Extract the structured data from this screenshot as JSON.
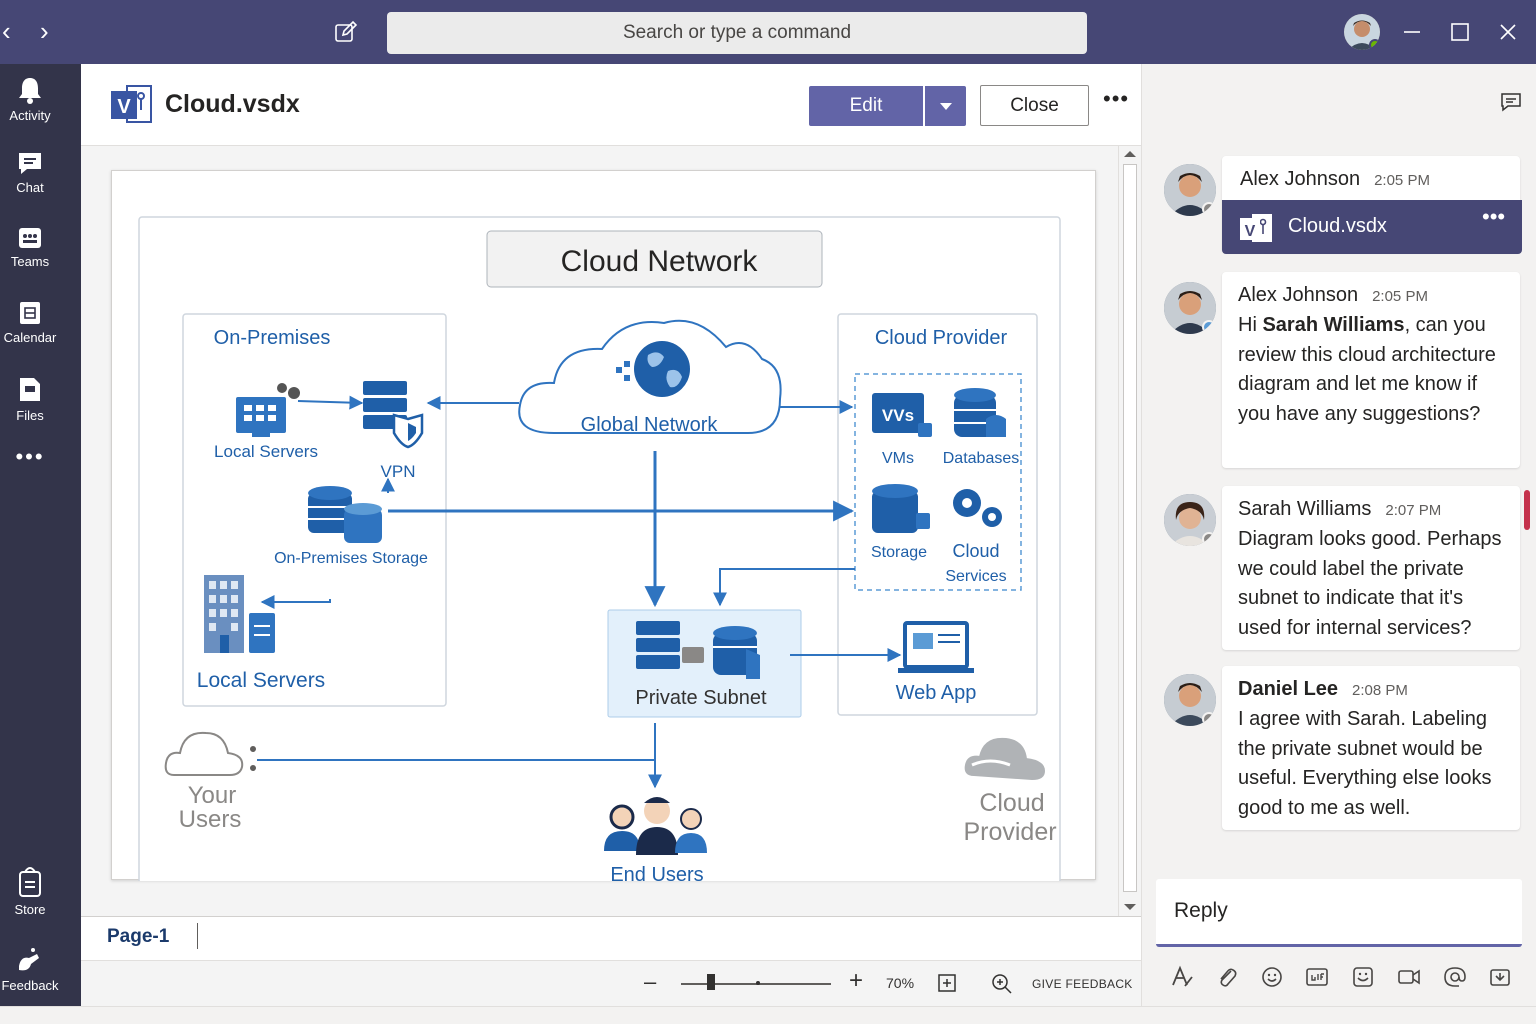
{
  "titlebar": {
    "search_placeholder": "Search or type a command"
  },
  "rail": {
    "items": [
      {
        "label": "Activity"
      },
      {
        "label": "Chat"
      },
      {
        "label": "Teams"
      },
      {
        "label": "Calendar"
      },
      {
        "label": "Files"
      },
      {
        "label": "Store"
      },
      {
        "label": "Feedback"
      }
    ]
  },
  "document": {
    "file_name": "Cloud.vsdx",
    "edit_label": "Edit",
    "close_label": "Close",
    "page_tab": "Page-1",
    "zoom_level": "70%",
    "zoom_fraction": 0.2,
    "feedback_label": "GIVE FEEDBACK"
  },
  "diagram": {
    "title": "Cloud Network",
    "on_premises": {
      "heading": "On-Premises",
      "local_servers_top": "Local Servers",
      "vpn": "VPN",
      "storage": "On-Premises Storage",
      "local_servers_bottom": "Local Servers"
    },
    "global_network": "Global Network",
    "cloud_provider": {
      "heading": "Cloud Provider",
      "vms_glyph": "VVs",
      "vms": "VMs",
      "databases": "Databases",
      "storage": "Storage",
      "cloud_services_1": "Cloud",
      "cloud_services_2": "Services",
      "web_app": "Web App"
    },
    "private_subnet": "Private Subnet",
    "your_users_1": "Your",
    "your_users_2": "Users",
    "cloud_provider_logo_1": "Cloud",
    "cloud_provider_logo_2": "Provider",
    "end_users": "End Users"
  },
  "chat": {
    "messages": [
      {
        "name": "Alex Johnson",
        "time": "2:05 PM",
        "attachment": "Cloud.vsdx",
        "presence_color": "#8a8886"
      },
      {
        "name": "Alex Johnson",
        "time": "2:05 PM",
        "body_pre": "Hi ",
        "body_bold": "Sarah Williams",
        "body_post": ", can you review this cloud architecture diagram and let me know if you have any suggestions?",
        "presence_color": "#5b9bd5"
      },
      {
        "name": "Sarah Williams",
        "time": "2:07 PM",
        "body": "Diagram looks good. Perhaps we could label the private subnet to indicate that it's used for internal services?",
        "presence_color": "#8a8886"
      },
      {
        "name": "Daniel Lee",
        "time": "2:08 PM",
        "body": "I agree with Sarah. Labeling the private subnet would be useful. Everything else looks good to me as well.",
        "presence_color": "#8a8886"
      }
    ],
    "reply_placeholder": "Reply"
  },
  "colors": {
    "titlebar": "#464775",
    "rail": "#33344a",
    "accent": "#6264a7",
    "diagram_blue": "#1f5fa8"
  }
}
